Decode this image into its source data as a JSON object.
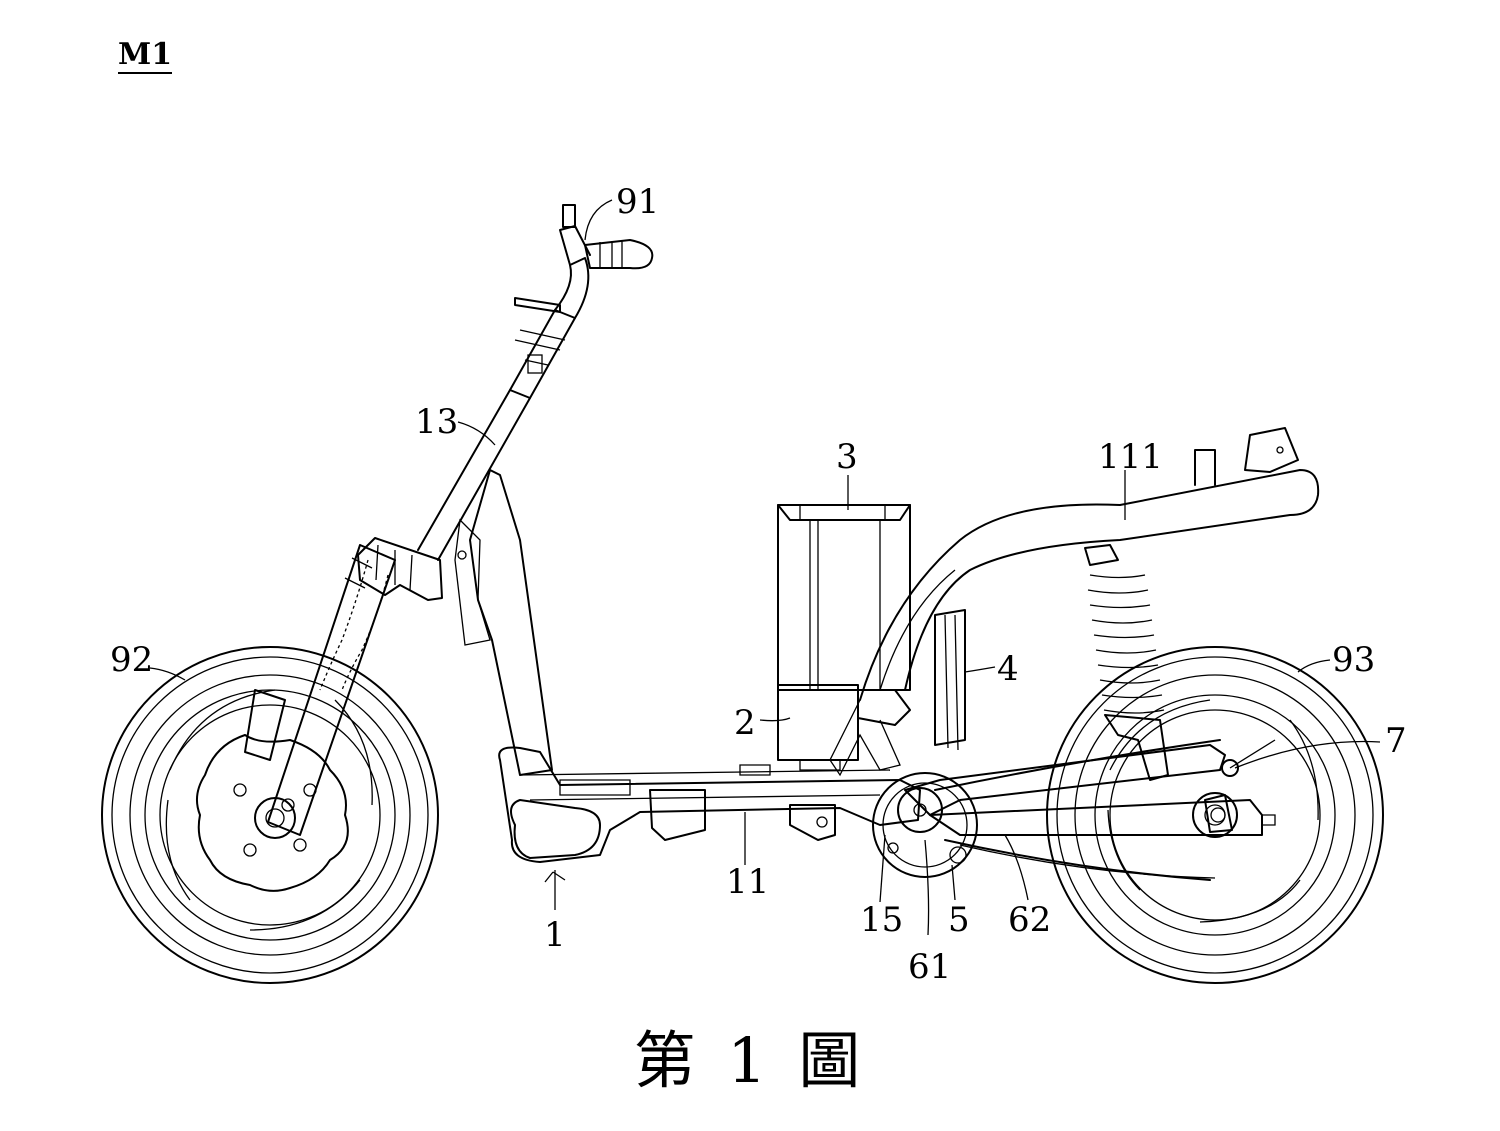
{
  "model_tag": "M1",
  "caption": "第 1 圖",
  "labels": {
    "l91": "91",
    "l13": "13",
    "l3": "3",
    "l111": "111",
    "l92": "92",
    "l93": "93",
    "l4": "4",
    "l2": "2",
    "l7": "7",
    "l11": "11",
    "l1": "1",
    "l15": "15",
    "l5": "5",
    "l62": "62",
    "l61": "61"
  }
}
